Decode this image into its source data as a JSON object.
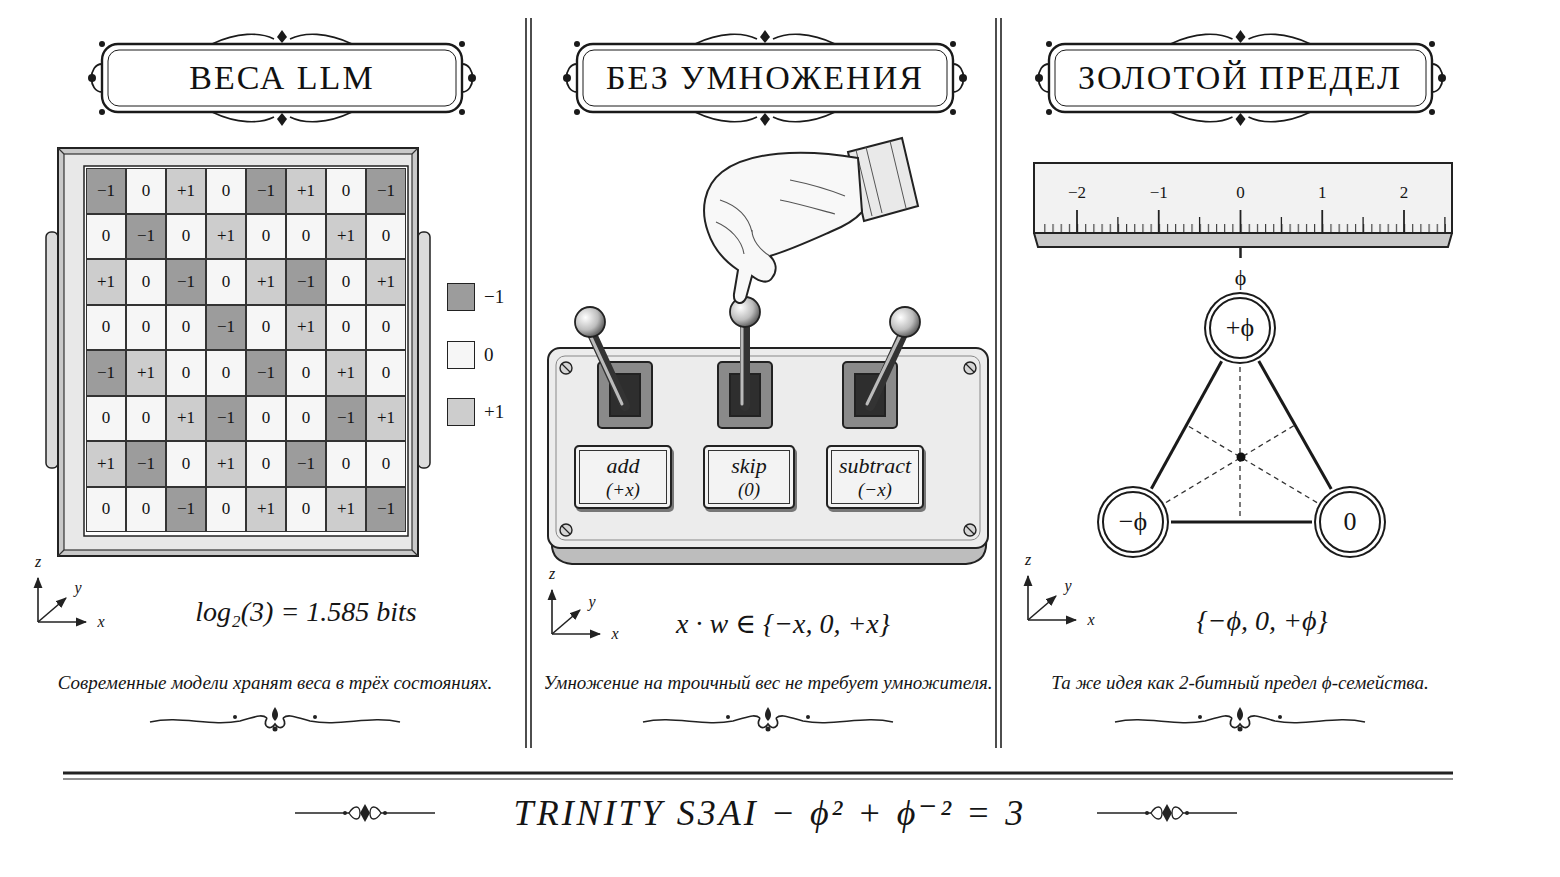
{
  "diagram": {
    "caption": "TRINITY S3AI − ϕ² + ϕ⁻² = 3",
    "nodes": [
      {
        "text": [
          "ВЕСА LLM"
        ]
      },
      {
        "text": [
          "БЕЗ УМНОЖЕНИЯ"
        ]
      },
      {
        "text": [
          "add",
          "(+x)"
        ]
      },
      {
        "text": [
          "skip",
          "(0)"
        ]
      },
      {
        "text": [
          "subtract",
          "(−x)"
        ]
      },
      {
        "text": [
          "ЗОЛОТОЙ ПРЕДЕЛ"
        ]
      },
      {
        "text": [
          "+ϕ"
        ]
      },
      {
        "text": [
          "−ϕ"
        ]
      },
      {
        "text": [
          "0"
        ]
      }
    ],
    "edges": [
      {
        "from": 6,
        "to": 7,
        "arrow": "none"
      },
      {
        "from": 6,
        "to": 8,
        "arrow": "none"
      },
      {
        "from": 7,
        "to": 8,
        "arrow": "none"
      }
    ],
    "labels": [
      "−1",
      "0",
      "+1",
      "0",
      "−1",
      "+1",
      "0",
      "−1",
      "0",
      "−1",
      "0",
      "+1",
      "0",
      "0",
      "+1",
      "0",
      "+1",
      "0",
      "−1",
      "0",
      "+1",
      "−1",
      "0",
      "+1",
      "0",
      "0",
      "0",
      "−1",
      "0",
      "+1",
      "0",
      "0",
      "−1",
      "+1",
      "0",
      "0",
      "−1",
      "0",
      "+1",
      "0",
      "0",
      "0",
      "+1",
      "−1",
      "0",
      "0",
      "−1",
      "+1",
      "+1",
      "−1",
      "0",
      "+1",
      "0",
      "−1",
      "0",
      "0",
      "0",
      "0",
      "−1",
      "0",
      "+1",
      "0",
      "+1",
      "−1",
      "log₂(3) = 1.585 bits",
      "z",
      "y",
      "x",
      "Современные модели хранят веса в трёх состояниях.",
      "z",
      "y",
      "x",
      "x · w ∈ {−x, 0, +x}",
      "Умножение на троичный вес не требует умножителя.",
      "−2",
      "−1",
      "0",
      "1",
      "2",
      "ϕ",
      "z",
      "y",
      "x",
      "{−ϕ, 0, +ϕ}",
      "Та же идея как 2-битный предел ϕ-семейства."
    ],
    "legend": [
      {
        "text": "−1",
        "color": "#9c9c9c"
      },
      {
        "text": "0",
        "color": "#f6f6f6"
      },
      {
        "text": "+1",
        "color": "#cdcdcd"
      }
    ]
  }
}
